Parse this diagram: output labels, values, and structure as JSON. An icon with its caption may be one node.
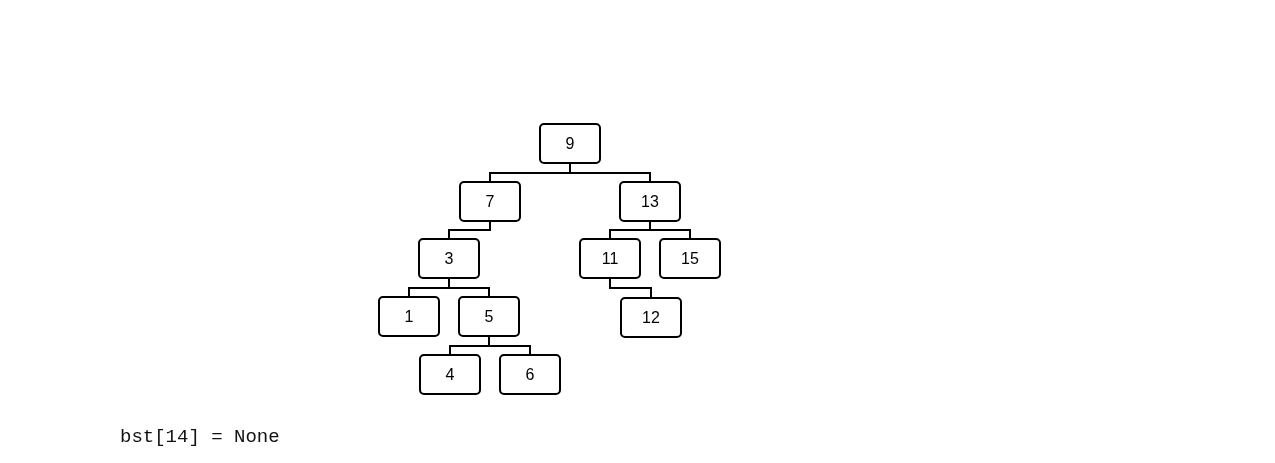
{
  "diagram": {
    "nodes": [
      {
        "text": [
          "9"
        ]
      },
      {
        "text": [
          "7"
        ]
      },
      {
        "text": [
          "13"
        ]
      },
      {
        "text": [
          "3"
        ]
      },
      {
        "text": [
          "11"
        ]
      },
      {
        "text": [
          "15"
        ]
      },
      {
        "text": [
          "1"
        ]
      },
      {
        "text": [
          "5"
        ]
      },
      {
        "text": [
          "12"
        ]
      },
      {
        "text": [
          "4"
        ]
      },
      {
        "text": [
          "6"
        ]
      }
    ],
    "edges": [
      {
        "from": 0,
        "to": 1,
        "arrow": "none"
      },
      {
        "from": 0,
        "to": 2,
        "arrow": "none"
      },
      {
        "from": 1,
        "to": 3,
        "arrow": "none"
      },
      {
        "from": 2,
        "to": 4,
        "arrow": "none"
      },
      {
        "from": 2,
        "to": 5,
        "arrow": "none"
      },
      {
        "from": 3,
        "to": 6,
        "arrow": "none"
      },
      {
        "from": 3,
        "to": 7,
        "arrow": "none"
      },
      {
        "from": 4,
        "to": 8,
        "arrow": "none"
      },
      {
        "from": 7,
        "to": 9,
        "arrow": "none"
      },
      {
        "from": 7,
        "to": 10,
        "arrow": "none"
      }
    ],
    "labels": [
      "bst[14] = None"
    ]
  }
}
